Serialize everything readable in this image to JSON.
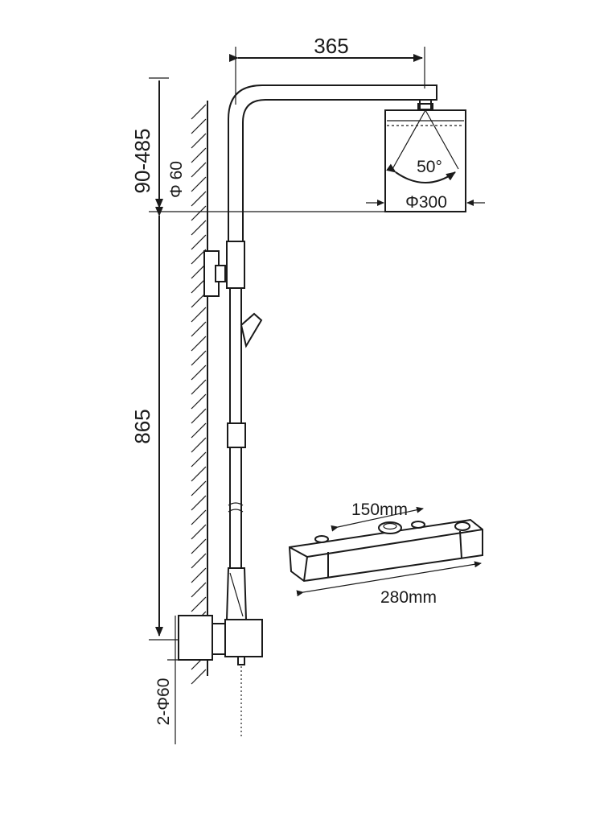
{
  "dimensions": {
    "arm_length": "365",
    "height_range": "90-485",
    "top_pipe_diameter": "Φ 60",
    "head_diameter": "Φ300",
    "spray_angle": "50°",
    "rail_height": "865",
    "inlet_diameter": "2-Φ60",
    "valve_width": "150mm",
    "valve_length": "280mm"
  },
  "colors": {
    "line": "#1a1a1a",
    "background": "#ffffff"
  }
}
